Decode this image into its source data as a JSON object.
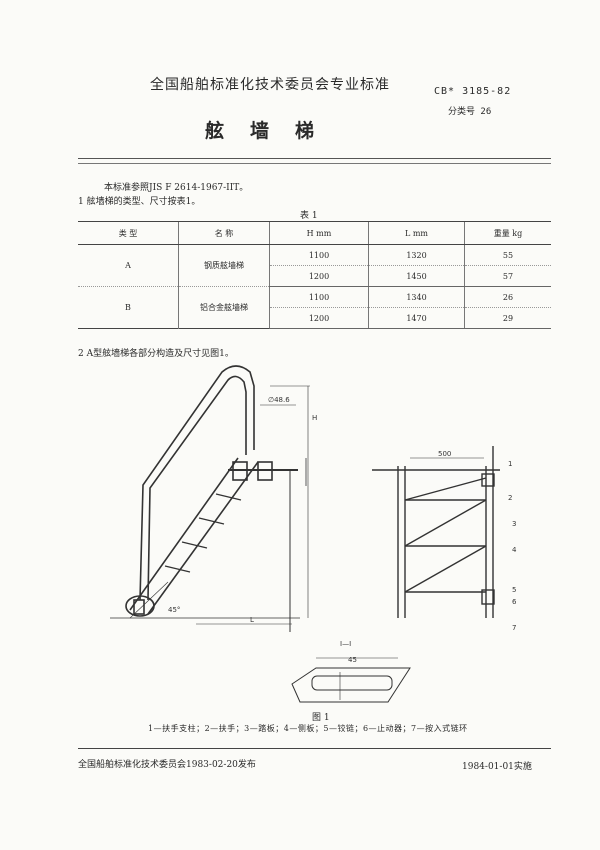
{
  "header": {
    "organization": "全国船舶标准化技术委员会专业标准",
    "standard_number": "CB* 3185-82",
    "class_code": "分类号 26",
    "title": "舷墙梯"
  },
  "intro": {
    "reference_note": "本标准参照JIS F 2614-1967-IIT。",
    "clause1": "1  舷墙梯的类型、尺寸按表1。"
  },
  "table": {
    "caption": "表 1",
    "headers": [
      "类 型",
      "名 称",
      "H  mm",
      "L  mm",
      "重量  kg"
    ],
    "rows": [
      {
        "type": "A",
        "name": "钢质舷墙梯",
        "sub": [
          [
            "1100",
            "1320",
            "55"
          ],
          [
            "1200",
            "1450",
            "57"
          ]
        ]
      },
      {
        "type": "B",
        "name": "铝合金舷墙梯",
        "sub": [
          [
            "1100",
            "1340",
            "26"
          ],
          [
            "1200",
            "1470",
            "29"
          ]
        ]
      }
    ]
  },
  "clause2": "2  A型舷墙梯各部分构造及尺寸见图1。",
  "figure": {
    "dims": {
      "tube": "∅48.6",
      "H": "H",
      "L": "L",
      "angle": "45°",
      "width": "500",
      "section": "I—I",
      "bar": "45"
    },
    "callouts": [
      "1",
      "2",
      "3",
      "4",
      "5",
      "6",
      "7"
    ],
    "caption": "图 1",
    "legend": "1—扶手支柱；2—扶手；3—踏板；4—侧板；5—铰链；6—止动器；7—按入式链环"
  },
  "footer": {
    "issued": "全国船舶标准化技术委员会1983-02-20发布",
    "implemented": "1984-01-01实施"
  }
}
